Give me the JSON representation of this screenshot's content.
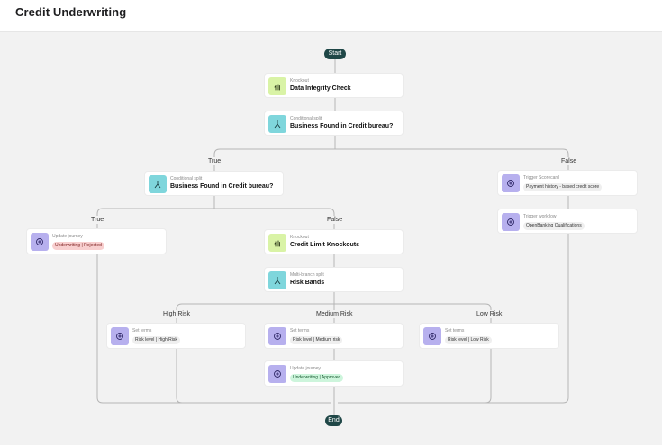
{
  "header": {
    "title": "Credit Underwriting"
  },
  "terminals": {
    "start": "Start",
    "end": "End"
  },
  "branch_labels": {
    "true_1": "True",
    "false_1": "False",
    "true_2": "True",
    "false_2": "False",
    "high_risk": "High Risk",
    "medium_risk": "Medium Risk",
    "low_risk": "Low Risk"
  },
  "nodes": {
    "integrity": {
      "type": "Knockout",
      "title": "Data Integrity Check",
      "icon": "hand-icon"
    },
    "split_1": {
      "type": "Conditional split",
      "title": "Business Found in Credit bureau?",
      "icon": "split-icon"
    },
    "split_2": {
      "type": "Conditional split",
      "title": "Business Found in Credit bureau?",
      "icon": "split-icon"
    },
    "scorecard": {
      "type": "Trigger Scorecard",
      "tag": "Payment history - based credit score",
      "icon": "plus-circle-icon"
    },
    "workflow": {
      "type": "Trigger workflow",
      "tag": "OpenBanking Qualifications",
      "icon": "plus-circle-icon"
    },
    "rejected": {
      "type": "Update journey",
      "tag": "Underwriting | Rejected",
      "icon": "plus-circle-icon"
    },
    "limit": {
      "type": "Knockout",
      "title": "Credit Limit Knockouts",
      "icon": "hand-icon"
    },
    "risk_bands": {
      "type": "Multi-branch split",
      "title": "Risk Bands",
      "icon": "split-icon"
    },
    "terms_high": {
      "type": "Set terms",
      "tag": "Risk level | High Risk",
      "icon": "plus-circle-icon"
    },
    "terms_medium": {
      "type": "Set terms",
      "tag": "Risk level | Medium risk",
      "icon": "plus-circle-icon"
    },
    "terms_low": {
      "type": "Set terms",
      "tag": "Risk level | Low Risk",
      "icon": "plus-circle-icon"
    },
    "approved": {
      "type": "Update journey",
      "tag": "Underwriting | Approved",
      "icon": "plus-circle-icon"
    }
  },
  "colors": {
    "terminal": "#1f4747",
    "knockout_icon_bg": "#d9f3a6",
    "split_icon_bg": "#7fd6dc",
    "action_icon_bg": "#b7b0ee",
    "tag_rejected": "#f8cfcf",
    "tag_approved": "#cdf5dc",
    "connector": "#b5b5b5"
  }
}
